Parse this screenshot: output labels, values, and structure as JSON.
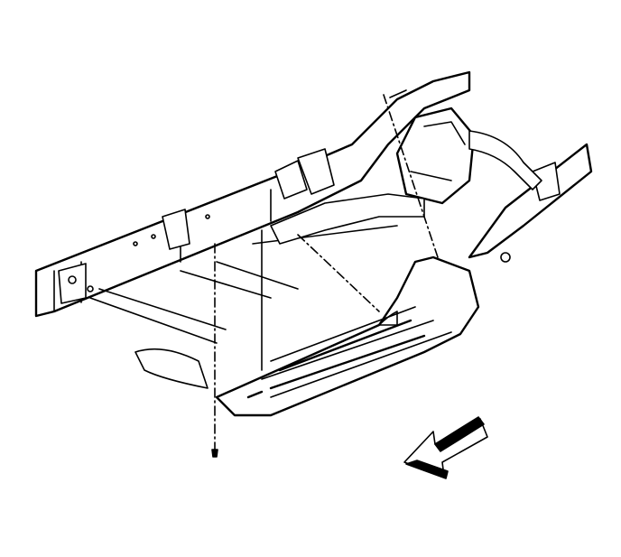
{
  "diagram": {
    "colors": {
      "line": "#000000",
      "background": "#ffffff"
    },
    "parts": [
      "frame-rail",
      "running-board",
      "fuel-tank",
      "exhaust-pipe",
      "fastener",
      "front-direction-arrow"
    ]
  }
}
